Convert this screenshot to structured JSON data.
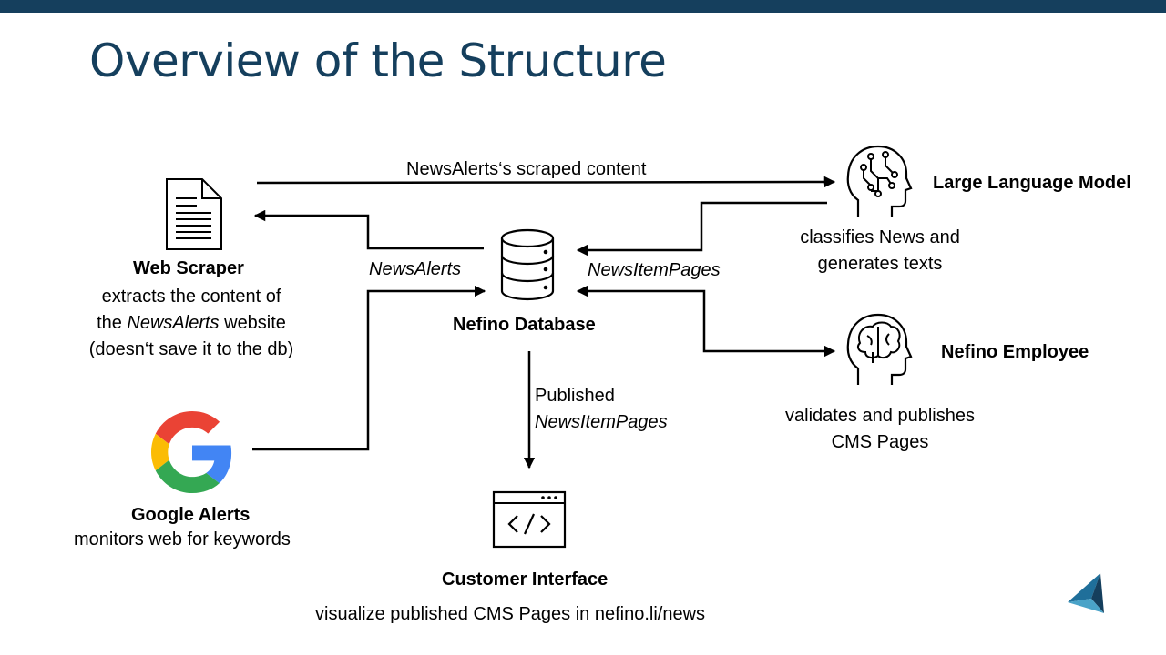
{
  "slide": {
    "title": "Overview of the Structure"
  },
  "nodes": {
    "web_scraper": {
      "name": "Web Scraper",
      "desc_line1": "extracts the content of",
      "desc_line2_pre": "the ",
      "desc_line2_italic": "NewsAlerts",
      "desc_line2_post": " website",
      "desc_line3": "(doesn‘t save it to the db)"
    },
    "google_alerts": {
      "name": "Google Alerts",
      "desc": "monitors web for keywords"
    },
    "database": {
      "name": "Nefino Database"
    },
    "llm": {
      "name": "Large Language Model",
      "desc_line1": "classifies News and",
      "desc_line2": "generates texts"
    },
    "employee": {
      "name": "Nefino Employee",
      "desc_line1": "validates and publishes",
      "desc_line2": "CMS Pages"
    },
    "customer": {
      "name": "Customer Interface",
      "desc": "visualize published CMS Pages in nefino.li/news"
    }
  },
  "edges": {
    "scraped_content": "NewsAlerts‘s scraped content",
    "news_alerts": "NewsAlerts",
    "news_item_pages": "NewsItemPages",
    "published_line1": "Published",
    "published_line2": "NewsItemPages"
  },
  "colors": {
    "title": "#153f5d",
    "topbar": "#153f5d",
    "google_blue": "#4285F4",
    "google_red": "#EA4335",
    "google_yellow": "#FBBC05",
    "google_green": "#34A853"
  }
}
